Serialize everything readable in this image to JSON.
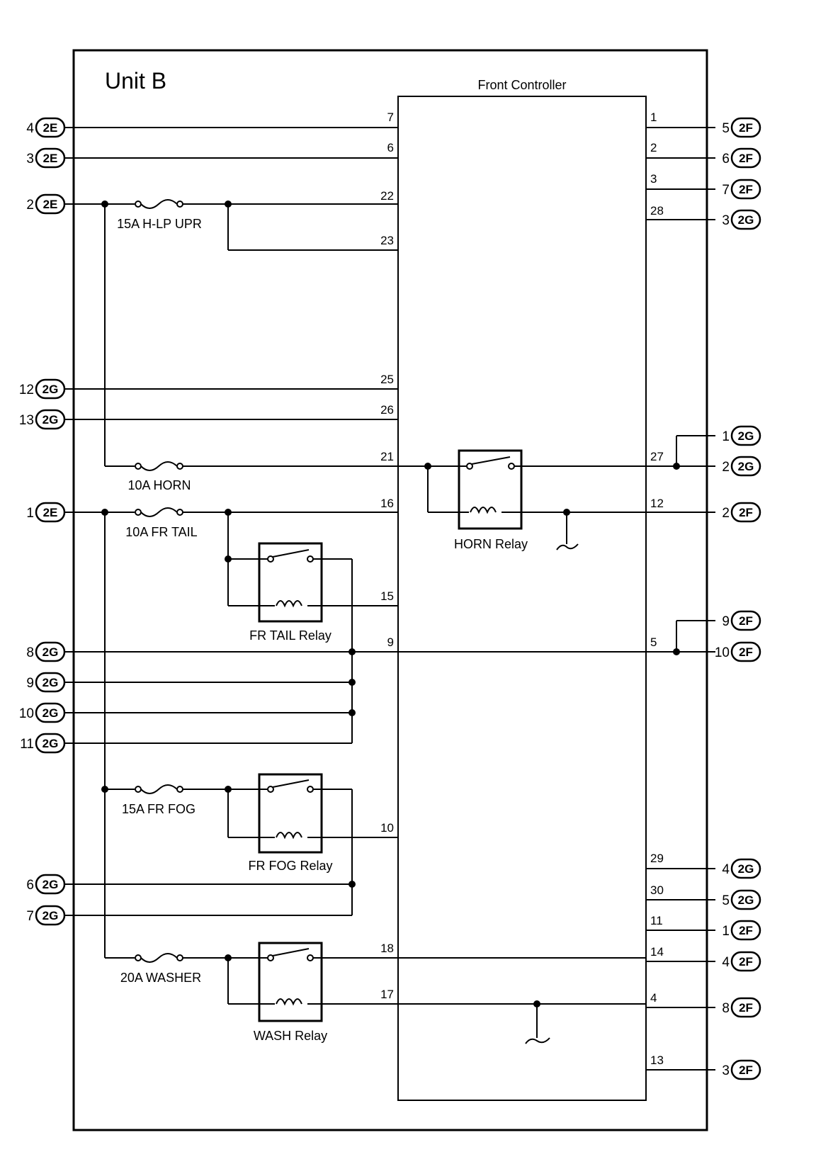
{
  "unit_title": "Unit B",
  "controller_title": "Front Controller",
  "left_connectors": [
    {
      "pin": "4",
      "code": "2E"
    },
    {
      "pin": "3",
      "code": "2E"
    },
    {
      "pin": "2",
      "code": "2E"
    },
    {
      "pin": "12",
      "code": "2G"
    },
    {
      "pin": "13",
      "code": "2G"
    },
    {
      "pin": "1",
      "code": "2E"
    },
    {
      "pin": "8",
      "code": "2G"
    },
    {
      "pin": "9",
      "code": "2G"
    },
    {
      "pin": "10",
      "code": "2G"
    },
    {
      "pin": "11",
      "code": "2G"
    },
    {
      "pin": "6",
      "code": "2G"
    },
    {
      "pin": "7",
      "code": "2G"
    }
  ],
  "right_connectors": [
    {
      "pin": "5",
      "code": "2F"
    },
    {
      "pin": "6",
      "code": "2F"
    },
    {
      "pin": "7",
      "code": "2F"
    },
    {
      "pin": "3",
      "code": "2G"
    },
    {
      "pin": "1",
      "code": "2G"
    },
    {
      "pin": "2",
      "code": "2G"
    },
    {
      "pin": "2",
      "code": "2F"
    },
    {
      "pin": "9",
      "code": "2F"
    },
    {
      "pin": "10",
      "code": "2F"
    },
    {
      "pin": "4",
      "code": "2G"
    },
    {
      "pin": "5",
      "code": "2G"
    },
    {
      "pin": "1",
      "code": "2F"
    },
    {
      "pin": "4",
      "code": "2F"
    },
    {
      "pin": "8",
      "code": "2F"
    },
    {
      "pin": "3",
      "code": "2F"
    }
  ],
  "controller_left_pins": [
    "7",
    "6",
    "22",
    "23",
    "25",
    "26",
    "21",
    "16",
    "15",
    "9",
    "10",
    "18",
    "17"
  ],
  "controller_right_pins": [
    "1",
    "2",
    "3",
    "28",
    "27",
    "12",
    "5",
    "29",
    "30",
    "11",
    "14",
    "4",
    "13"
  ],
  "fuses": [
    "15A H-LP UPR",
    "10A HORN",
    "10A FR TAIL",
    "15A FR FOG",
    "20A WASHER"
  ],
  "relays": [
    "HORN Relay",
    "FR TAIL Relay",
    "FR FOG Relay",
    "WASH Relay"
  ]
}
